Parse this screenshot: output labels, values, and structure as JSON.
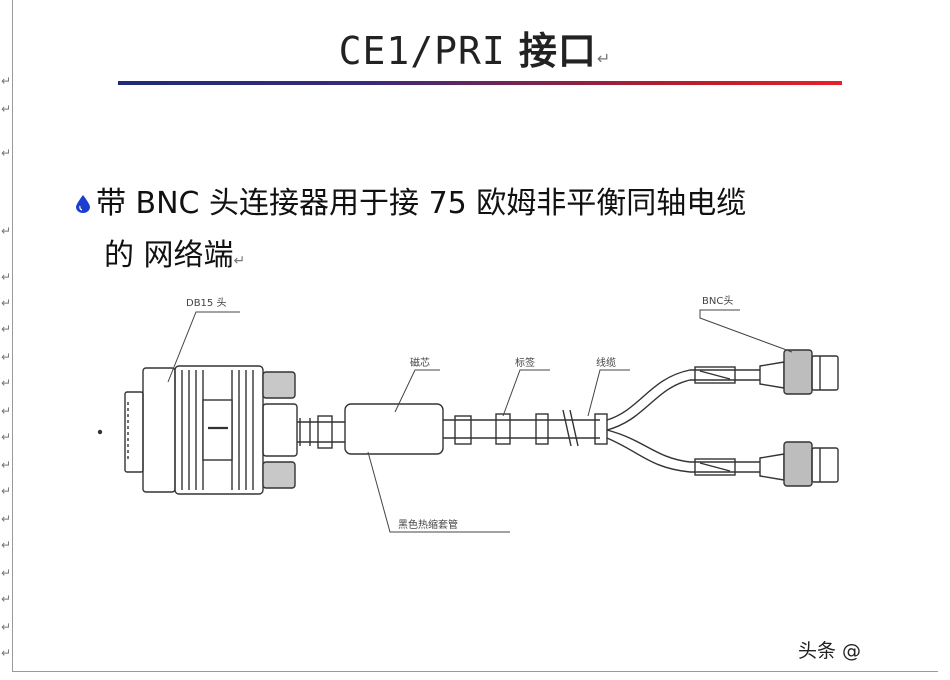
{
  "slide": {
    "title_latin": "CE1/PRI",
    "title_cjk": "接口",
    "return_mark": "↵",
    "bullet_line1": "带 BNC 头连接器用于接 75 欧姆非平衡同轴电缆",
    "bullet_line2": "的 网络端"
  },
  "diagram": {
    "labels": {
      "db_head": "DB15 头",
      "core": "磁芯",
      "label_tag": "标签",
      "cable": "线缆",
      "bnc_head": "BNC头",
      "sleeve": "黑色热缩套管"
    }
  },
  "watermark": "头条 @",
  "colors": {
    "rule_start": "#1f2a7a",
    "rule_end": "#e8202a",
    "bullet_drop": "#1a3fd0"
  }
}
